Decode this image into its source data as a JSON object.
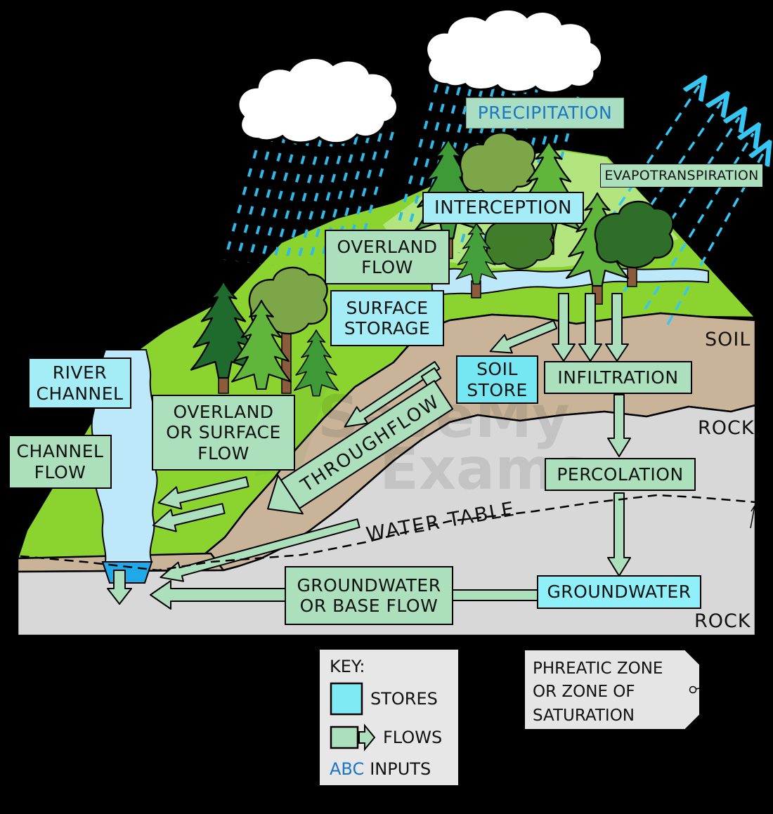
{
  "diagram": {
    "title_hidden": "",
    "labels": {
      "precipitation": "PRECIPITATION",
      "evapotranspiration": "EVAPOTRANSPIRATION",
      "interception": "INTERCEPTION",
      "overland_flow": "OVERLAND\nFLOW",
      "surface_storage": "SURFACE\nSTORAGE",
      "river_channel": "RIVER\nCHANNEL",
      "channel_flow": "CHANNEL\nFLOW",
      "overland_or_surface_flow": "OVERLAND\nOR SURFACE\nFLOW",
      "soil_store": "SOIL\nSTORE",
      "infiltration": "INFILTRATION",
      "throughflow": "THROUGHFLOW",
      "percolation": "PERCOLATION",
      "groundwater_or_base_flow": "GROUNDWATER\nOR BASE FLOW",
      "groundwater": "GROUNDWATER",
      "water_table": "WATER TABLE",
      "soil": "SOIL",
      "rock_upper": "ROCK",
      "rock_lower": "ROCK"
    },
    "key": {
      "title": "KEY:",
      "stores_label": "STORES",
      "flows_label": "FLOWS",
      "inputs_abc": "ABC",
      "inputs_label": "INPUTS"
    },
    "tag": {
      "text": "PHREATIC ZONE\nOR ZONE OF\nSATURATION"
    },
    "watermark": {
      "line1": "SaveMy",
      "line2": "Exams"
    },
    "colors": {
      "store_fill": "#A4EDF6",
      "soil_store_fill": "#74E7F3",
      "groundwater_fill": "#8FF0FA",
      "flow_fill": "#ACDFBC",
      "input_text_blue": "#1B76C5",
      "rain_blue": "#2FB9E9",
      "evap_cyan": "#35C6F3",
      "grass_green": "#8BD42F",
      "grass_light_green": "#B2E57E",
      "soil_tan": "#C9B499",
      "rock_gray": "#D8D8D8",
      "river_light": "#BDE8FA",
      "river_deep": "#1FA9E8"
    }
  }
}
